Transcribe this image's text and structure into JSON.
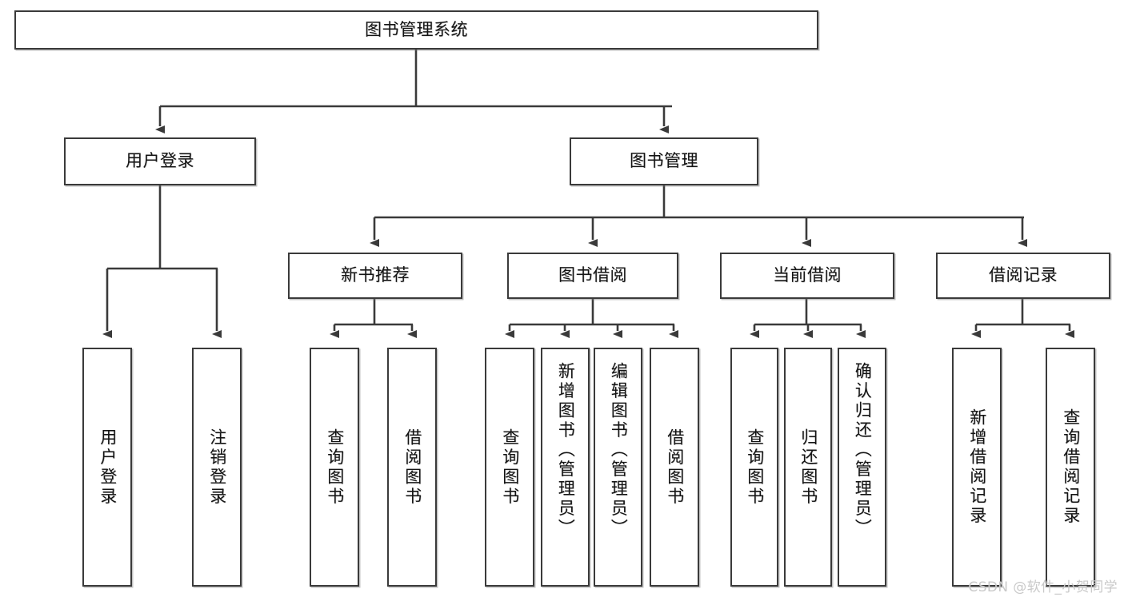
{
  "diagram": {
    "title": "图书管理系统",
    "type": "tree",
    "watermark": "CSDN @软件_小贺同学",
    "edge_color": "#3a3a3a",
    "box_border_color": "#3a3a3a",
    "box_fill_color": "#ffffff",
    "text_color": "#141414",
    "nodes": {
      "root": {
        "label": "图书管理系统",
        "orientation": "horizontal"
      },
      "l1": [
        {
          "id": "user_login",
          "label": "用户登录",
          "orientation": "horizontal"
        },
        {
          "id": "book_mgmt",
          "label": "图书管理",
          "orientation": "horizontal"
        }
      ],
      "l2": [
        {
          "id": "new_book_rec",
          "label": "新书推荐",
          "orientation": "horizontal"
        },
        {
          "id": "book_borrow",
          "label": "图书借阅",
          "orientation": "horizontal"
        },
        {
          "id": "current_borrow",
          "label": "当前借阅",
          "orientation": "horizontal"
        },
        {
          "id": "borrow_record",
          "label": "借阅记录",
          "orientation": "horizontal"
        }
      ],
      "leaves": [
        {
          "id": "leaf_user_login",
          "label": "用户登录",
          "parent": "user_login",
          "orientation": "vertical"
        },
        {
          "id": "leaf_user_logout",
          "label": "注销登录",
          "parent": "user_login",
          "orientation": "vertical"
        },
        {
          "id": "leaf_query_book_1",
          "label": "查询图书",
          "parent": "new_book_rec",
          "orientation": "vertical"
        },
        {
          "id": "leaf_borrow_book_1",
          "label": "借阅图书",
          "parent": "new_book_rec",
          "orientation": "vertical"
        },
        {
          "id": "leaf_query_book_2",
          "label": "查询图书",
          "parent": "book_borrow",
          "orientation": "vertical"
        },
        {
          "id": "leaf_add_book",
          "label": "新增图书（管理员）",
          "parent": "book_borrow",
          "orientation": "vertical"
        },
        {
          "id": "leaf_edit_book",
          "label": "编辑图书（管理员）",
          "parent": "book_borrow",
          "orientation": "vertical"
        },
        {
          "id": "leaf_borrow_book_2",
          "label": "借阅图书",
          "parent": "book_borrow",
          "orientation": "vertical"
        },
        {
          "id": "leaf_query_book_3",
          "label": "查询图书",
          "parent": "current_borrow",
          "orientation": "vertical"
        },
        {
          "id": "leaf_return_book",
          "label": "归还图书",
          "parent": "current_borrow",
          "orientation": "vertical"
        },
        {
          "id": "leaf_confirm_return",
          "label": "确认归还（管理员）",
          "parent": "current_borrow",
          "orientation": "vertical"
        },
        {
          "id": "leaf_add_record",
          "label": "新增借阅记录",
          "parent": "borrow_record",
          "orientation": "vertical"
        },
        {
          "id": "leaf_query_record",
          "label": "查询借阅记录",
          "parent": "borrow_record",
          "orientation": "vertical"
        }
      ]
    }
  }
}
